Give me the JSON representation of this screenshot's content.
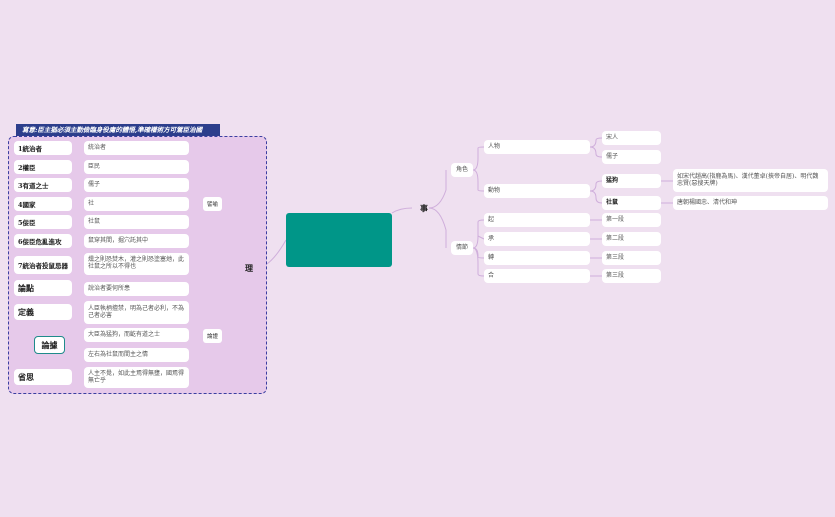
{
  "banner": "寫意:臣主猶必須主勤儉臨身役庸的體悟,準確權術方可駕臣治國",
  "left": {
    "rows": [
      {
        "label": "1統治者",
        "text": "統治者"
      },
      {
        "label": "2權臣",
        "text": "臣民"
      },
      {
        "label": "3有道之士",
        "text": "儒子"
      },
      {
        "label": "4國家",
        "text": "社"
      },
      {
        "label": "5佞臣",
        "text": "社鼠"
      },
      {
        "label": "6佞臣危亂進攻",
        "text": "鼠穿其間，掘穴託其中"
      },
      {
        "label": "7統治者投鼠忌器",
        "text": "燻之則恐焚木，灌之則恐塗塞灺，此社鼠之所以不得也"
      }
    ],
    "bracket1": "譬喻",
    "lundian_label": "論點",
    "lundian_text": "說治者要何所患",
    "dingyi_label": "定義",
    "dingyi_text": "人臣執柄擅禁，明為己者必利，不為己者必害",
    "lunju_label": "論據",
    "lunju_items": [
      "大臣為猛狗，而齕有道之士",
      "左右為社鼠而間主之情"
    ],
    "xinsi_label": "省思",
    "xinsi_text": "人主不覺，如此主焉得無壅，國焉得無亡乎",
    "bracket2": "論證"
  },
  "center": {
    "li_label": "理",
    "shi_label": "事"
  },
  "right": {
    "juese": "角色",
    "qingjie": "情節",
    "renwu": "人物",
    "renwu_children": [
      "宋人",
      "儒子"
    ],
    "dongwu": "動物",
    "menggou": "猛狗",
    "menggou_text": "如宋代趙高(指鹿為馬)、漢代董卓(挾帝自居)、明代魏忠賢(惡搜天牌)",
    "shehu": "社鼠",
    "shehu_text": "唐朝楊國忠、清代和珅",
    "plot": [
      {
        "k": "起",
        "v": "第一段"
      },
      {
        "k": "承",
        "v": "第二段"
      },
      {
        "k": "轉",
        "v": "第三段"
      },
      {
        "k": "合",
        "v": "第三段"
      }
    ]
  }
}
